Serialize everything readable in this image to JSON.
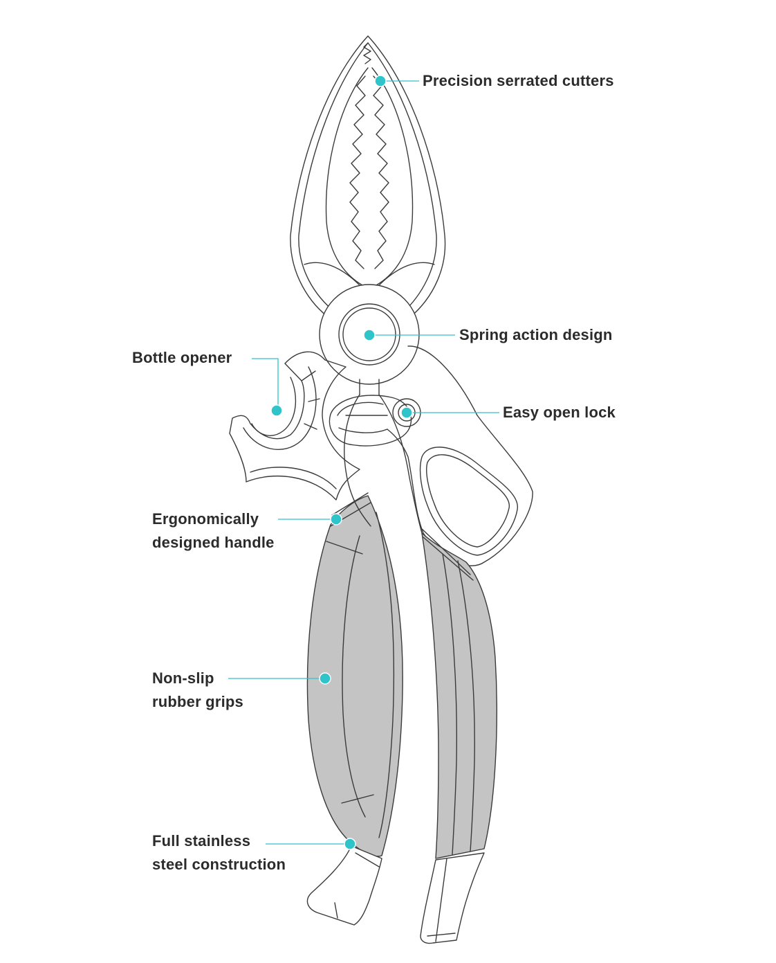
{
  "colors": {
    "accent": "#2ec4c9",
    "outline": "#3a3a3a",
    "grip": "#c4c4c4",
    "text": "#2b2b2b"
  },
  "callouts": {
    "serrated_cutters": "Precision serrated cutters",
    "spring_action": "Spring action design",
    "bottle_opener": "Bottle opener",
    "easy_open_lock": "Easy open lock",
    "ergonomic_handle_line1": "Ergonomically",
    "ergonomic_handle_line2": "designed handle",
    "non_slip_line1": "Non-slip",
    "non_slip_line2": "rubber grips",
    "stainless_line1": "Full stainless",
    "stainless_line2": "steel construction"
  }
}
